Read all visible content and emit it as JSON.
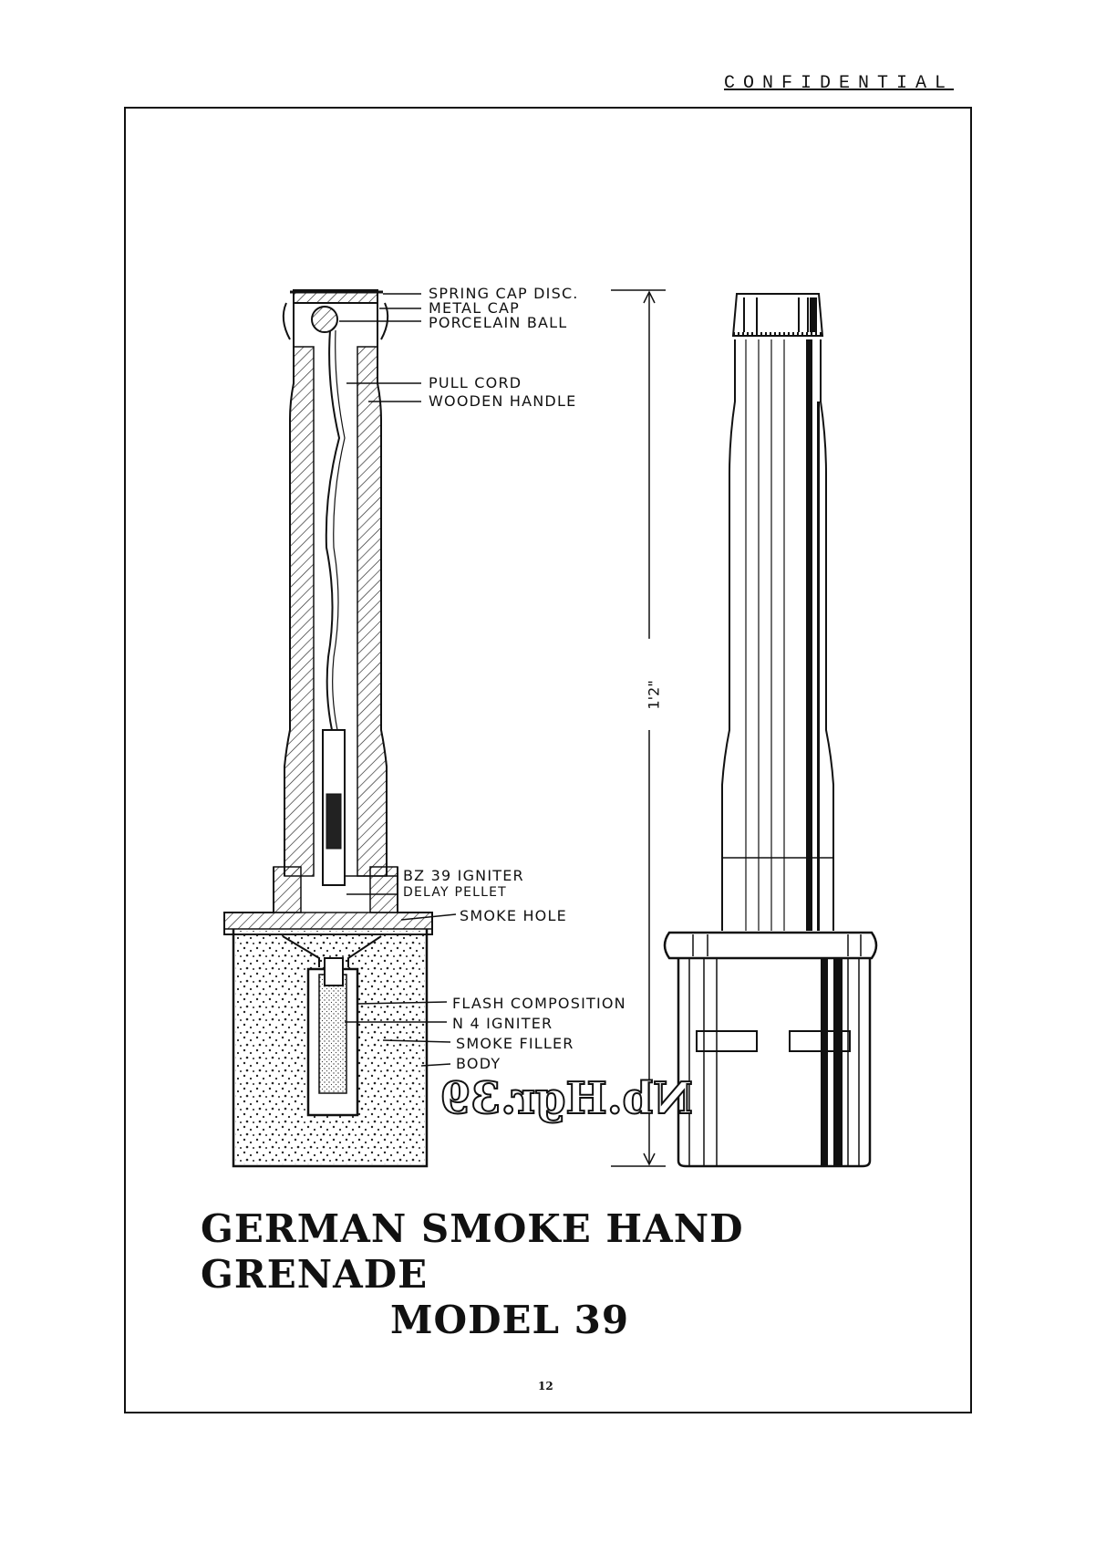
{
  "header": {
    "classification": "CONFIDENTIAL"
  },
  "figure": {
    "labels": {
      "spring_cap_disc": "SPRING CAP DISC.",
      "metal_cap": "METAL CAP",
      "porcelain_ball": "PORCELAIN BALL",
      "pull_cord": "PULL CORD",
      "wooden_handle": "WOODEN HANDLE",
      "bz39_igniter": "BZ 39 IGNITER",
      "delay_pellet": "DELAY PELLET",
      "smoke_hole": "SMOKE HOLE",
      "flash_composition": "FLASH COMPOSITION",
      "n4_igniter": "N 4 IGNITER",
      "smoke_filler": "SMOKE FILLER",
      "body": "BODY"
    },
    "dimension": "1'2\"",
    "body_marking": "Nb.Hgr.39",
    "title_line1": "GERMAN SMOKE HAND GRENADE",
    "title_line2": "MODEL 39"
  },
  "footer": {
    "page_number": "12"
  }
}
